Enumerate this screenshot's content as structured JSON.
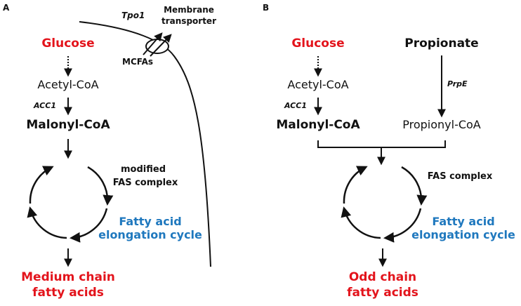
{
  "panel_a": {
    "label": "A",
    "glucose": "Glucose",
    "acetyl_coa": "Acetyl-CoA",
    "enzyme_acc1": "ACC1",
    "malonyl_coa": "Malonyl-CoA",
    "fas_line1": "modified",
    "fas_line2": "FAS complex",
    "cycle_line1": "Fatty acid",
    "cycle_line2": "elongation cycle",
    "product_line1": "Medium chain",
    "product_line2": "fatty acids",
    "transporter_gene": "Tpo1",
    "transporter_line1": "Membrane",
    "transporter_line2": "transporter",
    "mcfas": "MCFAs"
  },
  "panel_b": {
    "label": "B",
    "glucose": "Glucose",
    "acetyl_coa": "Acetyl-CoA",
    "enzyme_acc1": "ACC1",
    "malonyl_coa": "Malonyl-CoA",
    "propionate": "Propionate",
    "enzyme_prpe": "PrpE",
    "propionyl_coa": "Propionyl-CoA",
    "fas": "FAS complex",
    "cycle_line1": "Fatty acid",
    "cycle_line2": "elongation cycle",
    "product_line1": "Odd chain",
    "product_line2": "fatty acids"
  },
  "colors": {
    "highlight_red": "#e3141c",
    "cycle_blue": "#1f78be",
    "line_black": "#111111"
  }
}
